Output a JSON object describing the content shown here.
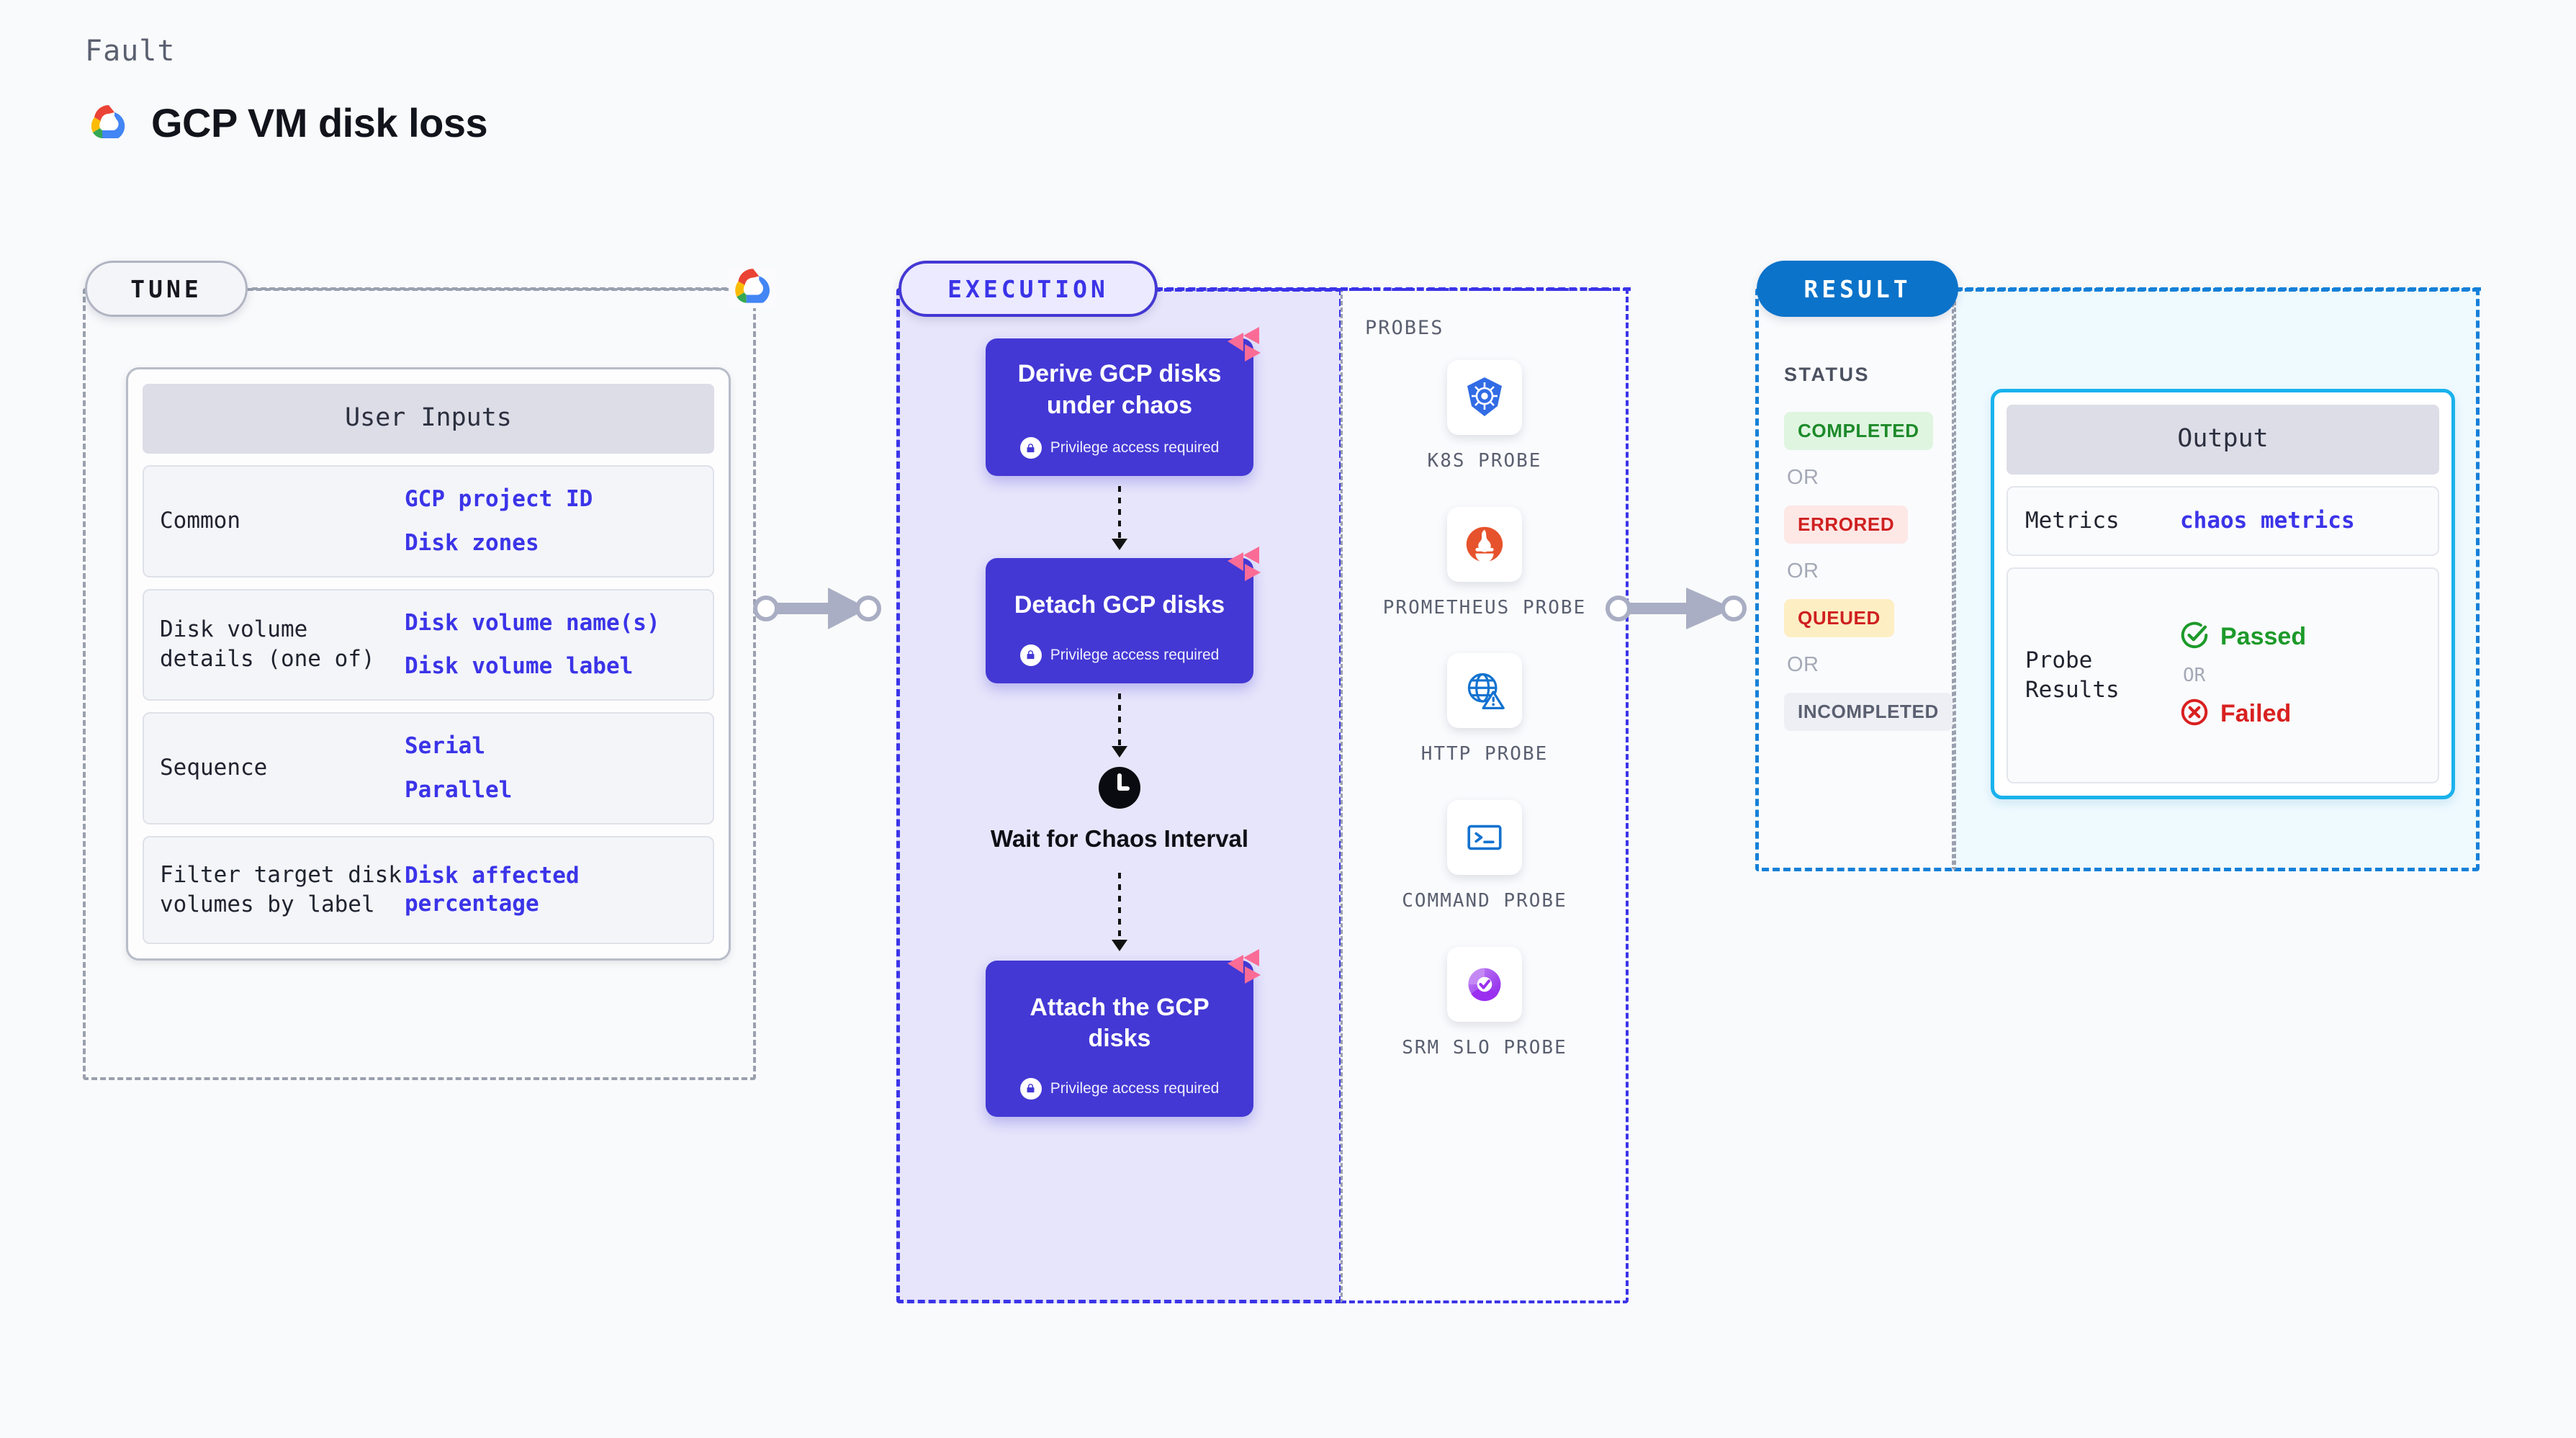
{
  "header": {
    "eyebrow": "Fault",
    "title": "GCP VM disk loss",
    "logo_icon": "gcp-cloud-icon"
  },
  "tune": {
    "pill_label": "TUNE",
    "platform_icon": "gcp-cloud-icon",
    "card_title": "User Inputs",
    "rows": [
      {
        "key": "Common",
        "values": [
          "GCP project ID",
          "Disk zones"
        ]
      },
      {
        "key": "Disk volume details (one of)",
        "values": [
          "Disk volume name(s)",
          "Disk volume label"
        ]
      },
      {
        "key": "Sequence",
        "values": [
          "Serial",
          "Parallel"
        ]
      },
      {
        "key": "Filter target disk volumes by label",
        "values": [
          "Disk affected percentage"
        ]
      }
    ]
  },
  "execution": {
    "pill_label": "EXECUTION",
    "steps": [
      {
        "type": "task",
        "title": "Derive GCP disks under chaos",
        "sub": "Privilege access required",
        "icon": "lock-icon",
        "badge": "litmus-logo-icon"
      },
      {
        "type": "task",
        "title": "Detach GCP disks",
        "sub": "Privilege access required",
        "icon": "lock-icon",
        "badge": "litmus-logo-icon"
      },
      {
        "type": "wait",
        "title": "Wait for Chaos Interval",
        "icon": "clock-icon"
      },
      {
        "type": "task",
        "title": "Attach the GCP disks",
        "sub": "Privilege access required",
        "icon": "lock-icon",
        "badge": "litmus-logo-icon"
      }
    ]
  },
  "probes": {
    "heading": "PROBES",
    "items": [
      {
        "label": "K8S PROBE",
        "icon": "kubernetes-icon"
      },
      {
        "label": "PROMETHEUS PROBE",
        "icon": "prometheus-icon"
      },
      {
        "label": "HTTP PROBE",
        "icon": "http-globe-icon"
      },
      {
        "label": "COMMAND PROBE",
        "icon": "terminal-icon"
      },
      {
        "label": "SRM SLO PROBE",
        "icon": "srm-slo-icon"
      }
    ]
  },
  "result": {
    "pill_label": "RESULT",
    "status_heading": "STATUS",
    "or_label": "OR",
    "statuses": [
      {
        "label": "COMPLETED",
        "bg": "#dff5e0",
        "fg": "#1d8a2a"
      },
      {
        "label": "ERRORED",
        "bg": "#fde8e6",
        "fg": "#cf2020"
      },
      {
        "label": "QUEUED",
        "bg": "#fdeec4",
        "fg": "#cf2020"
      },
      {
        "label": "INCOMPLETED",
        "bg": "#eeeff4",
        "fg": "#5a6070"
      }
    ],
    "output": {
      "card_title": "Output",
      "metrics_key": "Metrics",
      "metrics_value": "chaos metrics",
      "probe_key": "Probe Results",
      "passed_label": "Passed",
      "failed_label": "Failed",
      "or_label": "OR",
      "passed_icon": "check-circle-icon",
      "failed_icon": "x-circle-icon"
    }
  },
  "colors": {
    "accent_indigo": "#3b34e8",
    "accent_blue": "#0b73ca",
    "accent_cyan": "#19b2ec",
    "litmus_pink": "#fa6c96",
    "pass_green": "#1d9a2a",
    "fail_red": "#d92020"
  }
}
